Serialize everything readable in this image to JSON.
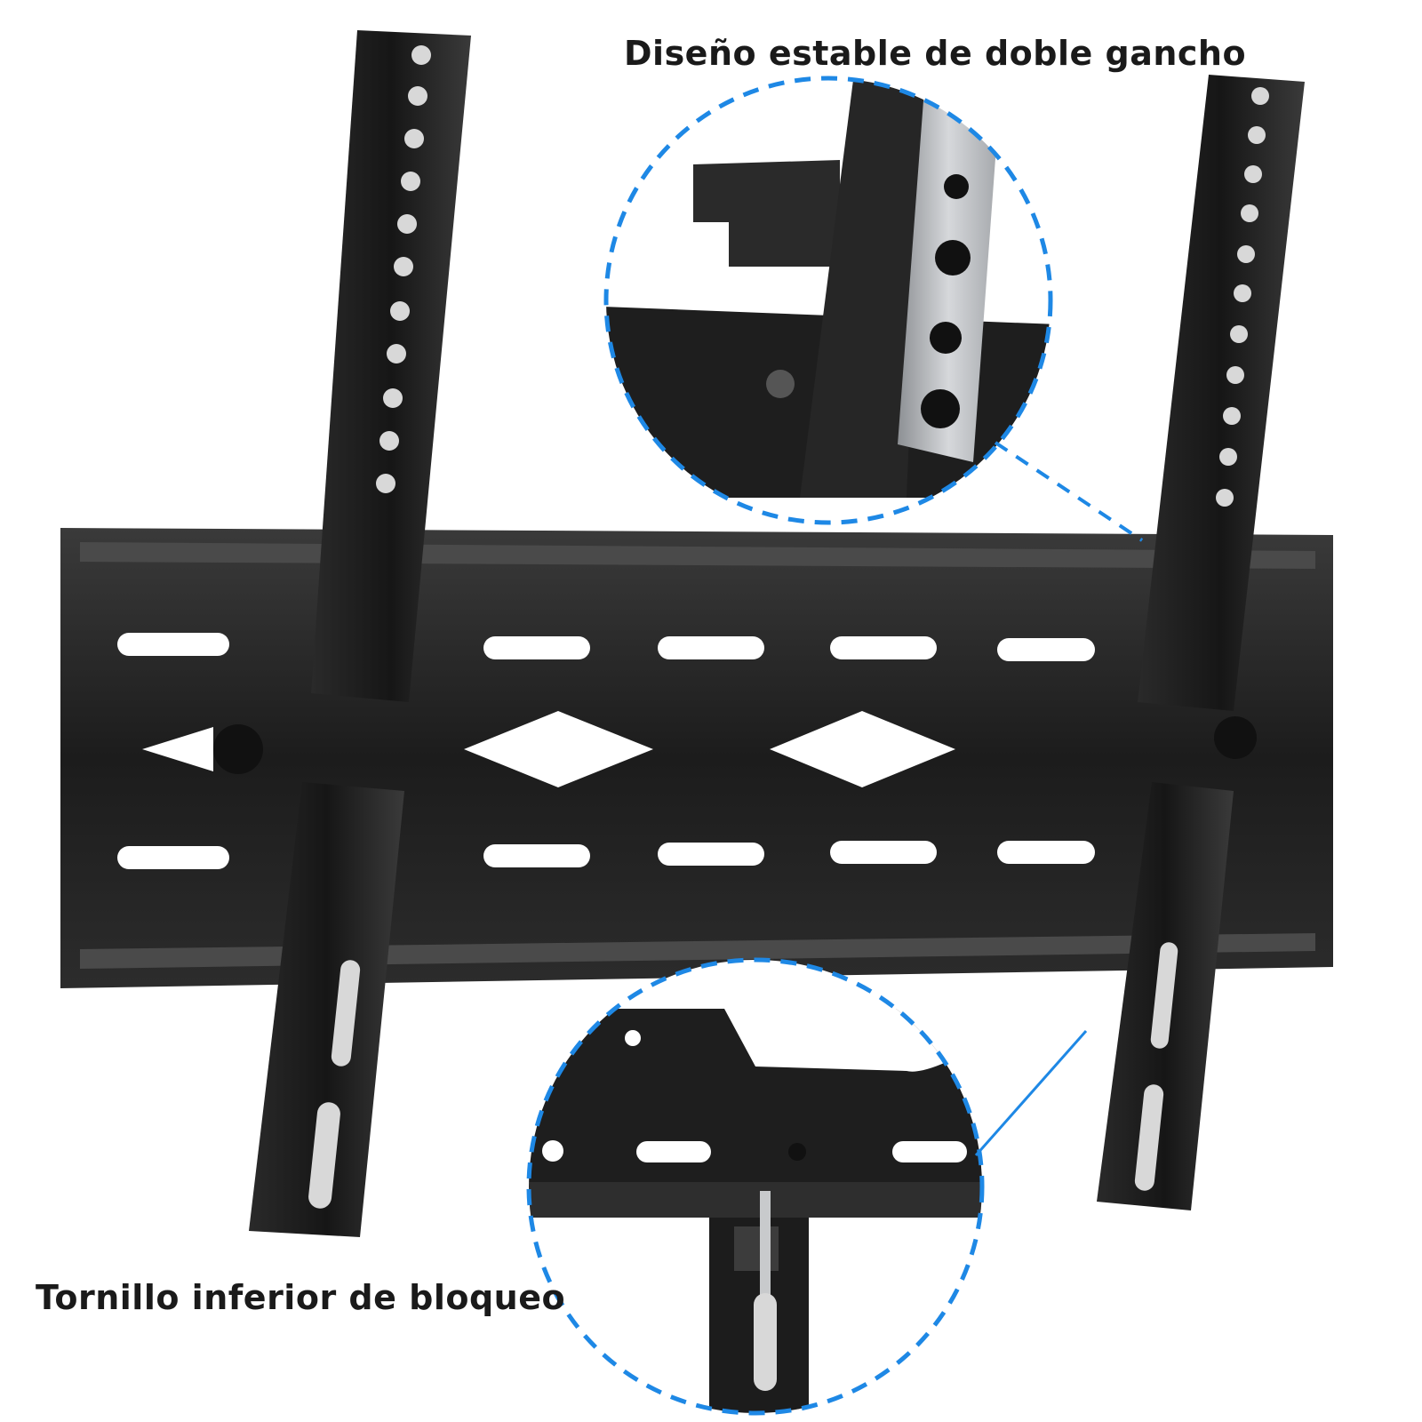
{
  "product": {
    "type": "tilting TV wall mount bracket",
    "colors": {
      "metal": "#1f1f1f",
      "highlight": "#3a3a3a",
      "callout": "#1e88e5",
      "steel": "#b9bcc0"
    }
  },
  "callouts": [
    {
      "id": "top",
      "label": "Diseño estable de doble gancho",
      "detail": "double-hook close-up"
    },
    {
      "id": "bottom",
      "label": "Tornillo inferior de bloqueo",
      "detail": "bottom locking screw close-up"
    }
  ]
}
